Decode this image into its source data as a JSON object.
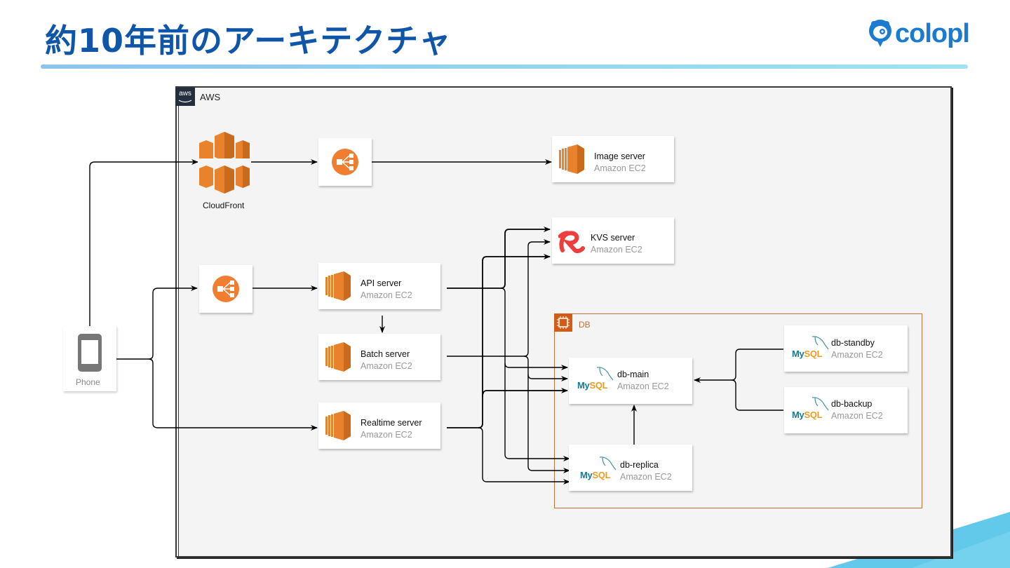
{
  "slide": {
    "title": "約10年前のアーキテクチャ",
    "logo_text": "colopl",
    "accent_color": "#0f55a8"
  },
  "aws_group": {
    "label": "AWS",
    "badge": "aws"
  },
  "db_group": {
    "label": "DB"
  },
  "nodes": {
    "phone": {
      "label": "Phone",
      "icon": "mobile-phone-icon"
    },
    "cloudfront": {
      "label": "CloudFront",
      "icon": "cloudfront-icon"
    },
    "elb_static": {
      "icon": "load-balancer-icon"
    },
    "elb_app": {
      "icon": "load-balancer-icon"
    },
    "image_server": {
      "name": "Image server",
      "type": "Amazon EC2",
      "icon": "ec2-icon"
    },
    "kvs_server": {
      "name": "KVS server",
      "type": "Amazon EC2",
      "icon": "redis-icon"
    },
    "api_server": {
      "name": "API server",
      "type": "Amazon EC2",
      "icon": "ec2-icon"
    },
    "batch_server": {
      "name": "Batch server",
      "type": "Amazon EC2",
      "icon": "ec2-icon"
    },
    "realtime_server": {
      "name": "Realtime server",
      "type": "Amazon EC2",
      "icon": "ec2-icon"
    },
    "db_main": {
      "name": "db-main",
      "type": "Amazon EC2",
      "icon": "mysql-icon"
    },
    "db_replica": {
      "name": "db-replica",
      "type": "Amazon EC2",
      "icon": "mysql-icon"
    },
    "db_standby": {
      "name": "db-standby",
      "type": "Amazon EC2",
      "icon": "mysql-icon"
    },
    "db_backup": {
      "name": "db-backup",
      "type": "Amazon EC2",
      "icon": "mysql-icon"
    }
  },
  "mysql_logo": {
    "my": "My",
    "sql": "SQL"
  },
  "edges": [
    [
      "phone",
      "cloudfront"
    ],
    [
      "phone",
      "elb_app"
    ],
    [
      "phone",
      "realtime_server"
    ],
    [
      "cloudfront",
      "elb_static"
    ],
    [
      "elb_static",
      "image_server"
    ],
    [
      "elb_app",
      "api_server"
    ],
    [
      "api_server",
      "batch_server"
    ],
    [
      "api_server",
      "kvs_server"
    ],
    [
      "api_server",
      "db_main"
    ],
    [
      "api_server",
      "db_replica"
    ],
    [
      "batch_server",
      "kvs_server"
    ],
    [
      "batch_server",
      "db_main"
    ],
    [
      "batch_server",
      "db_replica"
    ],
    [
      "realtime_server",
      "kvs_server"
    ],
    [
      "realtime_server",
      "db_main"
    ],
    [
      "realtime_server",
      "db_replica"
    ],
    [
      "db_replica",
      "db_main"
    ],
    [
      "db_standby",
      "db_main"
    ],
    [
      "db_backup",
      "db_main"
    ]
  ]
}
